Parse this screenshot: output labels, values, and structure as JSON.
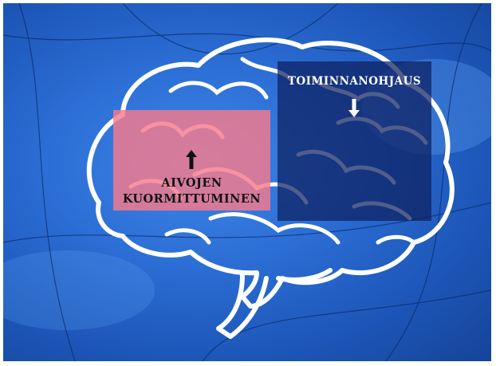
{
  "panels": {
    "left": {
      "label_line1": "AIVOJEN",
      "label_line2": "KUORMITTUMINEN",
      "arrow": "up-arrow",
      "color": "#f67a8c"
    },
    "right": {
      "label": "TOIMINNANOHJAUS",
      "arrow": "down-arrow",
      "color": "#0e2060"
    }
  },
  "background": {
    "color": "#2c6fd6",
    "outline": "#ffffff"
  }
}
